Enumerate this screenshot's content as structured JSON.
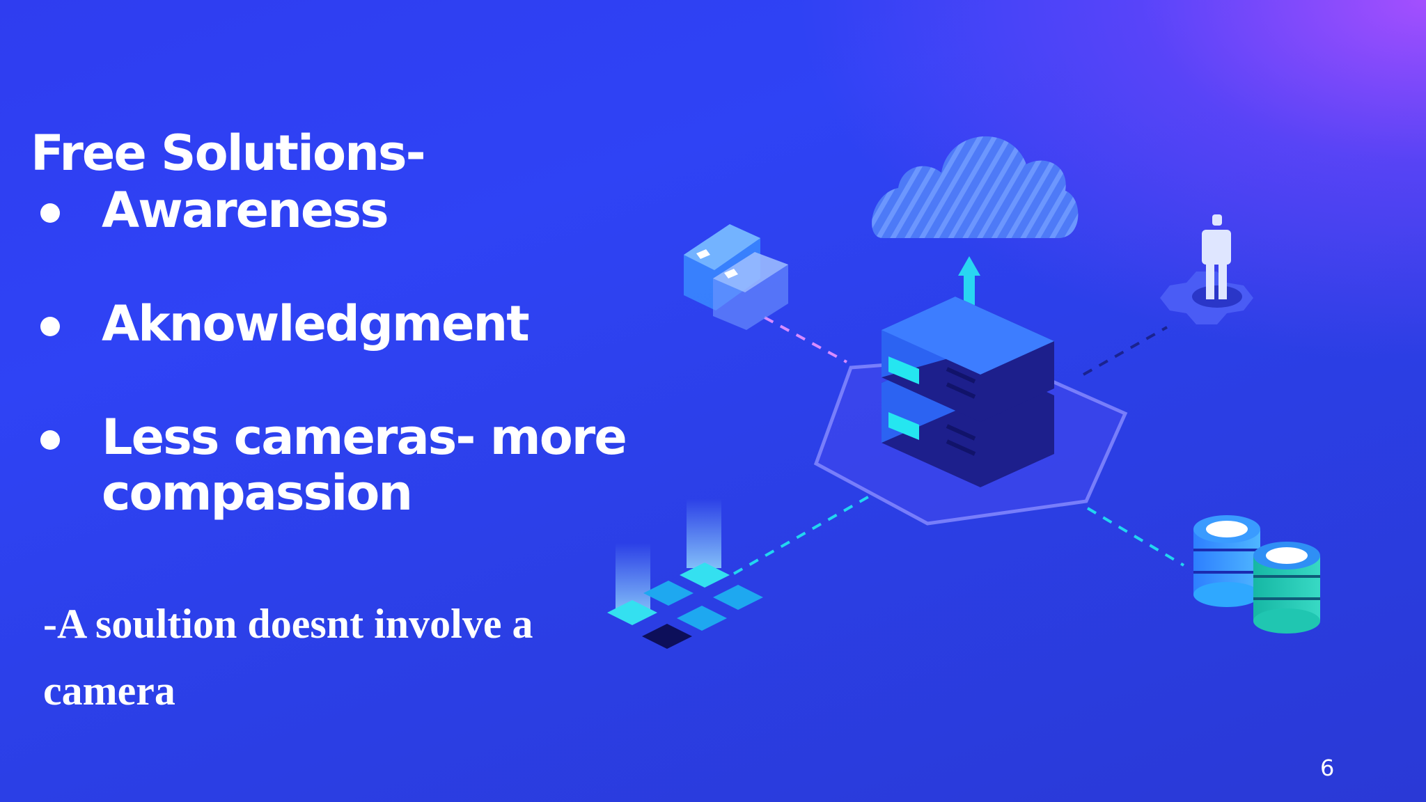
{
  "slide": {
    "heading": "Free Solutions-",
    "bullets": [
      {
        "text": "Awareness"
      },
      {
        "text": "Aknowledgment"
      },
      {
        "text": "Less cameras- more compassion"
      }
    ],
    "note": "-A soultion doesnt involve a camera",
    "page_number": "6"
  },
  "illustration": {
    "icons": [
      "cloud-icon",
      "upload-arrow-icon",
      "server-icon",
      "cards-icon",
      "person-gear-icon",
      "chip-grid-icon",
      "database-icon"
    ],
    "colors": {
      "background_start": "#2f43f5",
      "background_corner": "#a050ff",
      "accent_cyan": "#22e3f0",
      "server_dark": "#1d1f8c"
    }
  }
}
